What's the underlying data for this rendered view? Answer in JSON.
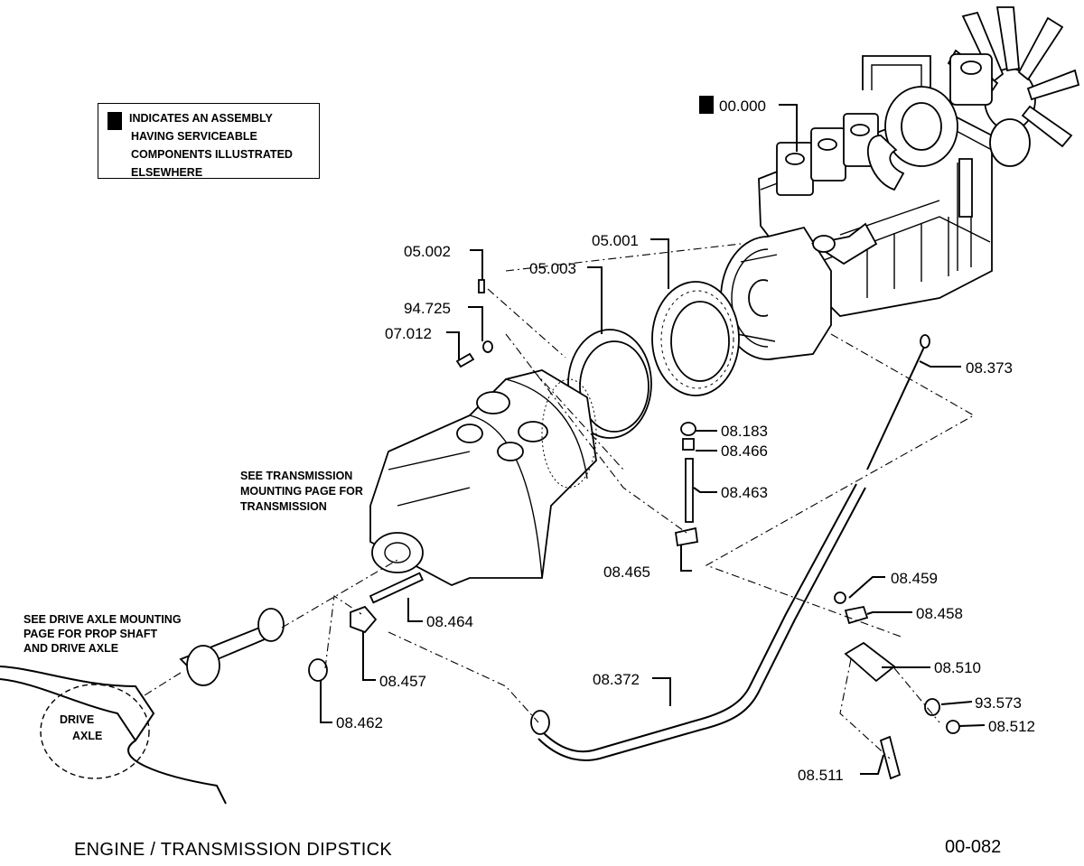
{
  "legend": {
    "line1": "INDICATES AN ASSEMBLY",
    "line2": "HAVING SERVICEABLE",
    "line3": "COMPONENTS ILLUSTRATED",
    "line4": "ELSEWHERE"
  },
  "callouts": {
    "engine": "00.000",
    "c05002": "05.002",
    "c05001": "05.001",
    "c05003": "05.003",
    "c94725": "94.725",
    "c07012": "07.012",
    "c08373": "08.373",
    "c08183": "08.183",
    "c08466": "08.466",
    "c08463": "08.463",
    "c08465": "08.465",
    "c08459": "08.459",
    "c08458": "08.458",
    "c08464": "08.464",
    "c08510": "08.510",
    "c08457": "08.457",
    "c08372": "08.372",
    "c93573": "93.573",
    "c08512": "08.512",
    "c08462": "08.462",
    "c08511": "08.511"
  },
  "notes": {
    "transmission_l1": "SEE TRANSMISSION",
    "transmission_l2": "MOUNTING PAGE FOR",
    "transmission_l3": "TRANSMISSION",
    "axle_l1": "SEE DRIVE AXLE MOUNTING",
    "axle_l2": "PAGE FOR PROP SHAFT",
    "axle_l3": "AND DRIVE AXLE",
    "drive_l1": "DRIVE",
    "drive_l2": "AXLE"
  },
  "footer": {
    "title": "ENGINE / TRANSMISSION  DIPSTICK",
    "page_number": "00-082"
  }
}
